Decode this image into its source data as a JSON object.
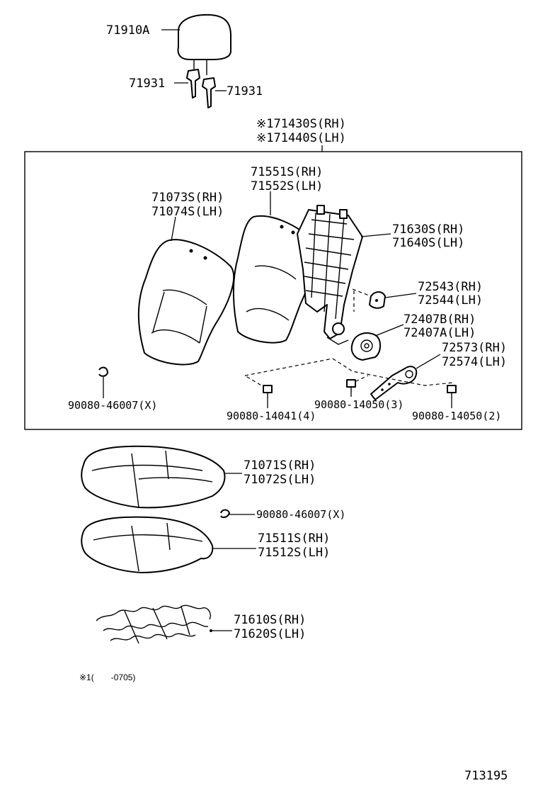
{
  "labels": {
    "headrest": "71910A",
    "support_left": "71931",
    "support_right": "71931",
    "back_assy_rh": "※171430S(RH)",
    "back_assy_lh": "※171440S(LH)",
    "back_pad_rh": "71551S(RH)",
    "back_pad_lh": "71552S(LH)",
    "back_cover_rh": "71073S(RH)",
    "back_cover_lh": "71074S(LH)",
    "back_frame_rh": "71630S(RH)",
    "back_frame_lh": "71640S(LH)",
    "cover_rh": "72543(RH)",
    "cover_lh": "72544(LH)",
    "adjuster_rh": "72407B(RH)",
    "adjuster_lh": "72407A(LH)",
    "bracket_rh": "72573(RH)",
    "bracket_lh": "72574(LH)",
    "hogring_back": "90080-46007(X)",
    "bolt_a": "90080-14041(4)",
    "bolt_b": "90080-14050(3)",
    "bolt_c": "90080-14050(2)",
    "cushion_cover_rh": "71071S(RH)",
    "cushion_cover_lh": "71072S(LH)",
    "hogring_cushion": "90080-46007(X)",
    "cushion_pad_rh": "71511S(RH)",
    "cushion_pad_lh": "71512S(LH)",
    "spring_rh": "71610S(RH)",
    "spring_lh": "71620S(LH)",
    "footnote": "※1(　　-0705)",
    "figure_number": "713195"
  }
}
